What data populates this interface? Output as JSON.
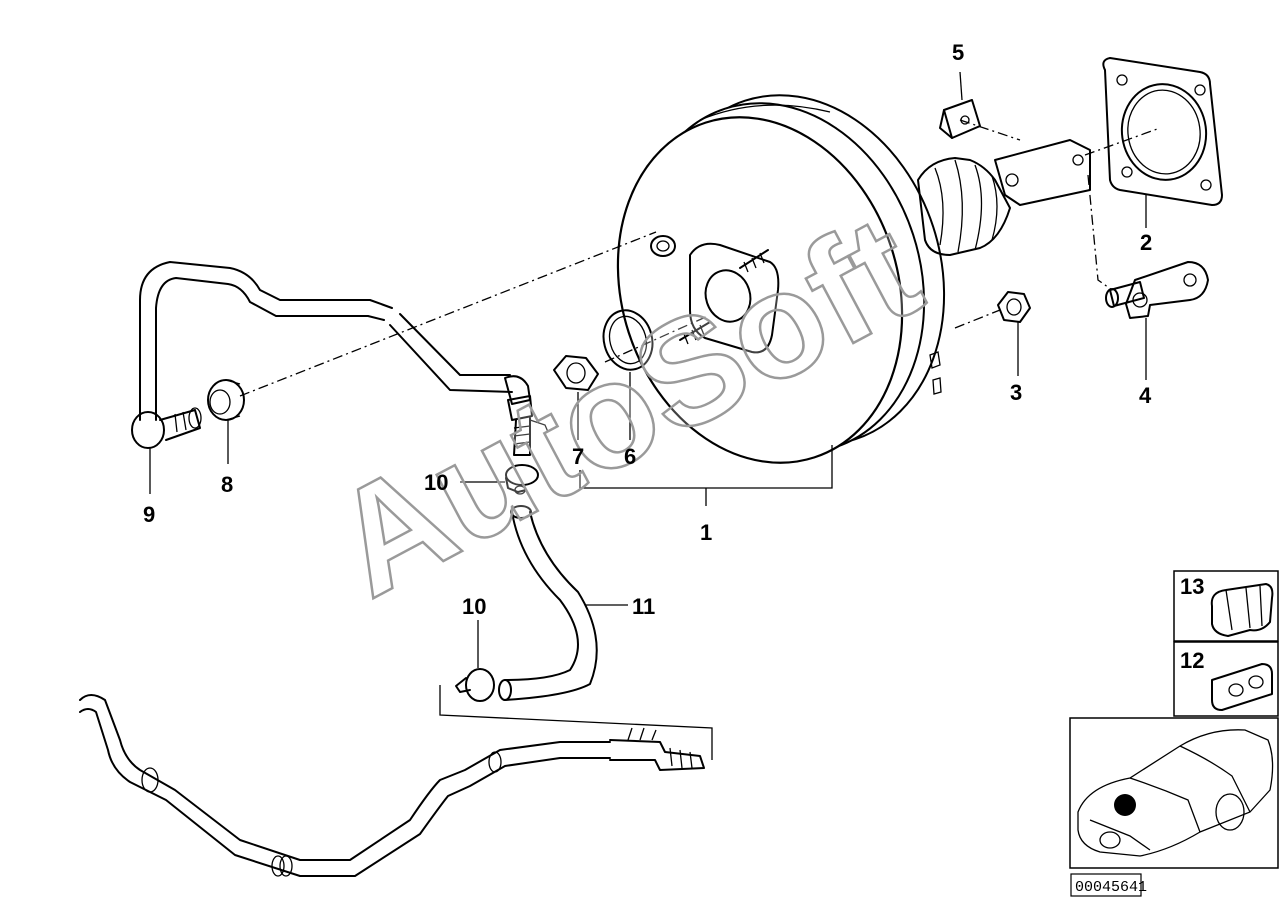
{
  "labels": {
    "p1": "1",
    "p2": "2",
    "p3": "3",
    "p4": "4",
    "p5": "5",
    "p6": "6",
    "p7": "7",
    "p8": "8",
    "p9": "9",
    "p10a": "10",
    "p10b": "10",
    "p11": "11",
    "p12": "12",
    "p13": "13"
  },
  "watermark": "AutoSoft",
  "catalog_number": "00045641",
  "icons": {
    "booster": "brake-booster-icon",
    "car": "car-location-icon"
  }
}
